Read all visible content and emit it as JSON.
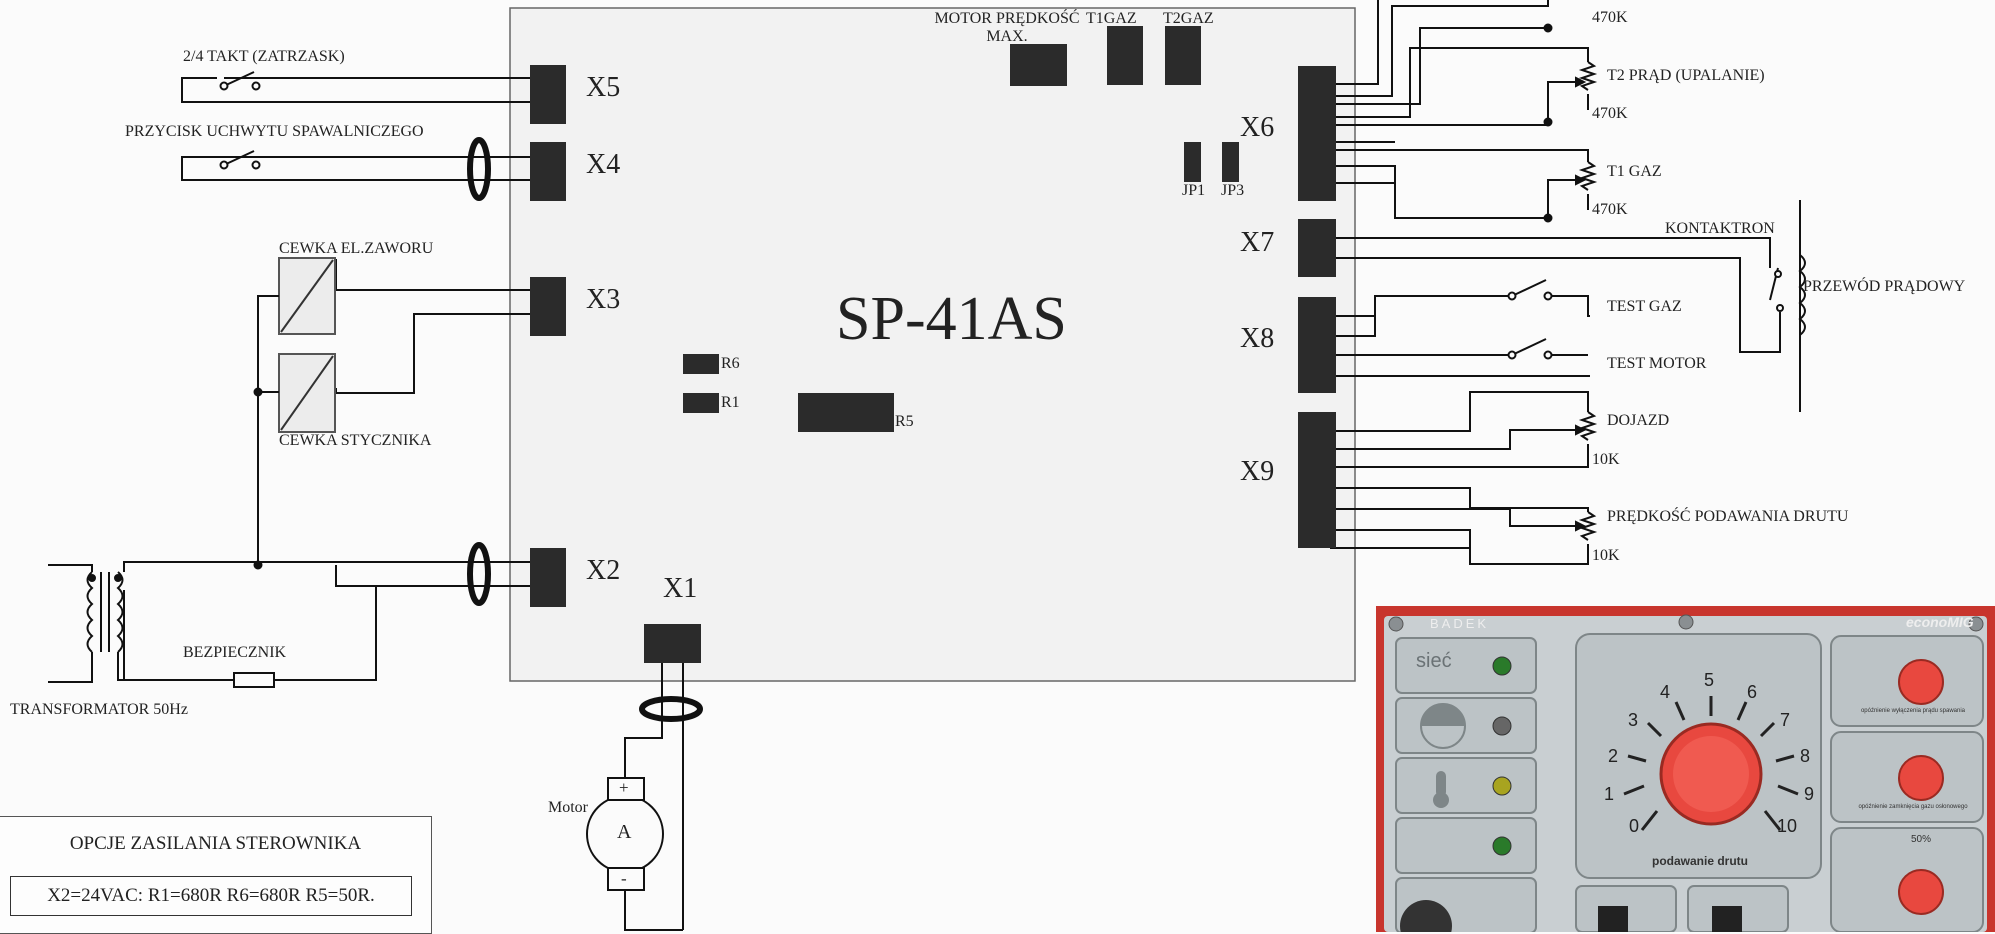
{
  "board": {
    "title": "SP-41AS"
  },
  "connectors": {
    "x1": "X1",
    "x2": "X2",
    "x3": "X3",
    "x4": "X4",
    "x5": "X5",
    "x6": "X6",
    "x7": "X7",
    "x8": "X8",
    "x9": "X9"
  },
  "board_parts": {
    "motor_speed_max": [
      "MOTOR PRĘDKOŚĆ",
      "MAX."
    ],
    "t1gaz": "T1GAZ",
    "t2gaz": "T2GAZ",
    "jp1": "JP1",
    "jp3": "JP3",
    "r1": "R1",
    "r5": "R5",
    "r6": "R6"
  },
  "left_labels": {
    "takt": "2/4 TAKT (ZATRZASK)",
    "button": "PRZYCISK UCHWYTU SPAWALNICZEGO",
    "valve_coil": "CEWKA EL.ZAWORU",
    "contactor_coil": "CEWKA STYCZNIKA",
    "fuse": "BEZPIECZNIK",
    "transformer": "TRANSFORMATOR  50Hz"
  },
  "motor": {
    "label": "Motor",
    "symbol": "A",
    "plus": "+",
    "minus": "-"
  },
  "right_labels": {
    "pot_top_value": "470K",
    "t2_current": "T2 PRĄD (UPALANIE)",
    "t2_value": "470K",
    "t1_gas": "T1 GAZ",
    "t1_value": "470K",
    "kontaktron": "KONTAKTRON",
    "current_wire": "PRZEWÓD PRĄDOWY",
    "test_gas": "TEST GAZ",
    "test_motor": "TEST MOTOR",
    "dojazd": "DOJAZD",
    "dojazd_value": "10K",
    "wire_speed": "PRĘDKOŚĆ PODAWANIA DRUTU",
    "wire_speed_value": "10K"
  },
  "power_options": {
    "title": "OPCJE ZASILANIA STEROWNIKA",
    "row1": "X2=24VAC: R1=680R  R6=680R  R5=50R."
  },
  "photo_panel": {
    "brand": "BADEK",
    "model": "econoMIG",
    "siec": "sieć",
    "dial_numbers": [
      "0",
      "1",
      "2",
      "3",
      "4",
      "5",
      "6",
      "7",
      "8",
      "9",
      "10"
    ],
    "dial_caption": "podawanie drutu",
    "small_knob1_caption": "opóźnienie wyłączenia prądu spawania",
    "small_knob2_caption": "opóźnienie zamknięcia gazu osłonowego",
    "percent": "50%",
    "colors": {
      "panel_red": "#c8352d",
      "plate": "#c9cfd2",
      "knob": "#e8483f"
    }
  }
}
